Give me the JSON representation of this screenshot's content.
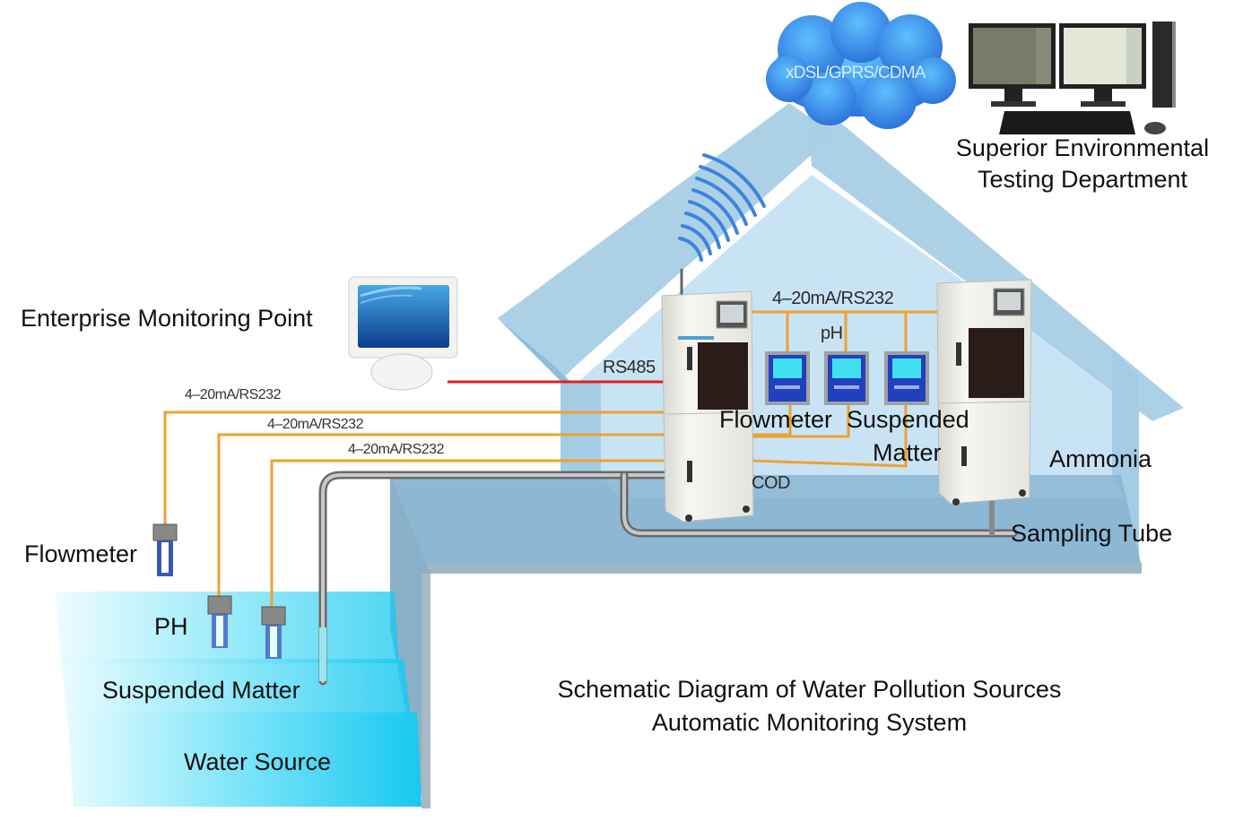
{
  "diagram": {
    "title_line1": "Schematic Diagram of Water Pollution Sources",
    "title_line2": "Automatic Monitoring System",
    "cloud": {
      "label": "xDSL/GPRS/CDMA",
      "icon": "cloud-icon"
    },
    "remote": {
      "label_line1": "Superior Environmental",
      "label_line2": "Testing Department",
      "icon": "desktop-workstation-icon"
    },
    "enterprise": {
      "label": "Enterprise Monitoring Point",
      "icon": "monitor-icon"
    },
    "links": {
      "rs485": "RS485",
      "top_bus": "4–20mA/RS232",
      "line1": "4–20mA/RS232",
      "line2": "4–20mA/RS232",
      "line3": "4–20mA/RS232"
    },
    "analyzers": {
      "cod": "COD",
      "ammonia": "Ammonia",
      "ph": "pH",
      "flowmeter": "Flowmeter",
      "suspended": "Suspended",
      "suspended2": "Matter"
    },
    "sensors": {
      "flowmeter": "Flowmeter",
      "ph": "PH",
      "suspended": "Suspended Matter",
      "water_source": "Water Source"
    },
    "sampling_tube": "Sampling Tube",
    "colors": {
      "signal_line": "#f0a030",
      "rs485_line": "#e02020",
      "house_light": "#c8e4f4",
      "house_mid": "#a4cce4",
      "house_dark": "#8cb8d4",
      "water": "#40d0f0",
      "cloud": "#3c8ce6",
      "wireless": "#3c84dc",
      "meter_body": "#2040c0",
      "meter_screen": "#40e0f0"
    }
  }
}
